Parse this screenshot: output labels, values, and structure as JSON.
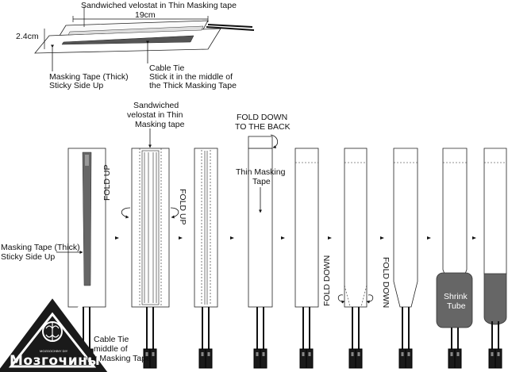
{
  "top_diagram": {
    "title": "Sandwiched velostat in Thin Masking tape",
    "length": "19cm",
    "width": "2.4cm",
    "masking_tape_label": [
      "Masking Tape (Thick)",
      "Sticky Side Up"
    ],
    "cable_tie_label": [
      "Cable Tie",
      "Stick it in the middle of",
      "the Thick Masking Tape"
    ]
  },
  "steps": {
    "step1": {
      "masking_tape_label": [
        "Masking Tape (Thick)",
        "Sticky Side Up"
      ],
      "cable_tie_label": [
        "Cable Tie",
        "middle of",
        "the Thick Masking Tape"
      ]
    },
    "step2": {
      "velostat_label": [
        "Sandwiched",
        "velostat in Thin",
        "Masking tape"
      ],
      "fold_left": "FOLD UP",
      "fold_right": "FOLD UP"
    },
    "step4": {
      "fold_label": [
        "FOLD DOWN",
        "TO THE BACK"
      ],
      "thin_tape_label": [
        "Thin Masking",
        "Tape"
      ]
    },
    "step6": {
      "fold_left": "FOLD DOWN",
      "fold_right": "FOLD DOWN"
    },
    "step8": {
      "shrink_label": [
        "Shrink",
        "Tube"
      ]
    }
  },
  "logo": {
    "name": "Мозгочины",
    "tagline": "MOZGOCHINY DIY"
  }
}
